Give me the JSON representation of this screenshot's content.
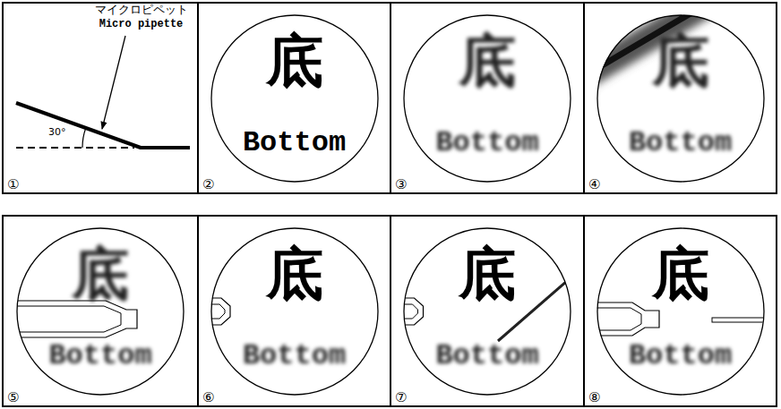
{
  "diagram": {
    "nodes": [
      {
        "text": [
          "①"
        ]
      },
      {
        "text": [
          "②"
        ]
      },
      {
        "text": [
          "底",
          "Bottom"
        ],
        "in": 1
      },
      {
        "text": [
          "③"
        ]
      },
      {
        "text": [
          "底",
          "Bottom"
        ],
        "in": 3
      },
      {
        "text": [
          "④"
        ]
      },
      {
        "text": [
          "底",
          "Bottom"
        ],
        "in": 5
      },
      {
        "text": [
          "⑤"
        ]
      },
      {
        "text": [
          "底",
          "Bottom"
        ],
        "in": 7
      },
      {
        "text": [
          "⑥"
        ]
      },
      {
        "text": [
          "底",
          "Bottom"
        ],
        "in": 9
      },
      {
        "text": [
          "⑦"
        ]
      },
      {
        "text": [
          "底",
          "Bottom"
        ],
        "in": 11
      },
      {
        "text": [
          "⑧"
        ]
      },
      {
        "text": [
          "底",
          "Bottom"
        ],
        "in": 13
      }
    ],
    "labels": [
      "マイクロピペット",
      "Micro pipette",
      "30°"
    ]
  }
}
